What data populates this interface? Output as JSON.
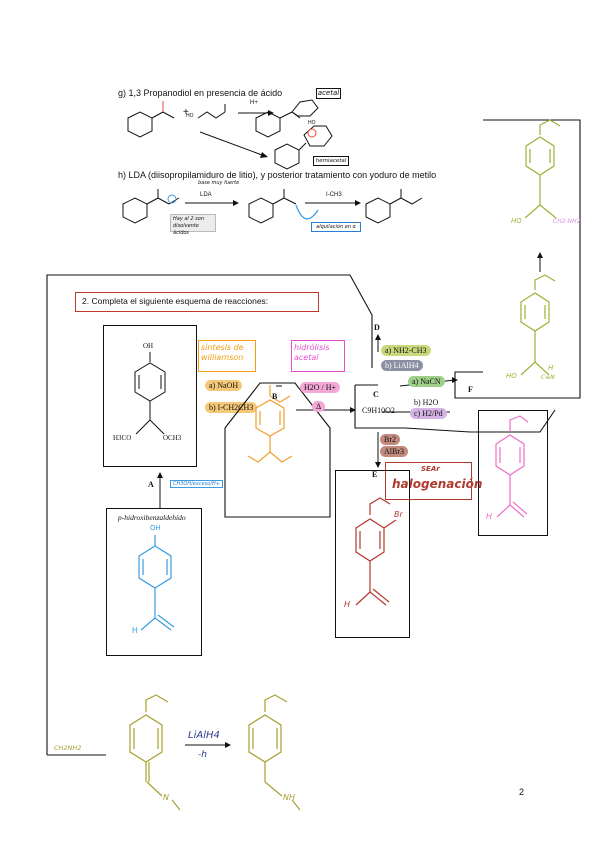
{
  "section_g": {
    "title": "g) 1,3 Propanodiol en presencia de ácido",
    "plus": "+",
    "catalyst": "H+",
    "ho_label": "HO",
    "acetal_label": "acetal",
    "hemiacetal_label": "hemiacetal"
  },
  "section_h": {
    "title": "h) LDA (diisopropilamiduro de litio), y posterior tratamiento con yoduro de metilo",
    "base_note": "base muy fuerte",
    "reagent_1": "LDA",
    "reagent_2": "I-CH3",
    "note_box": "Hay al 2 son disolvente ácidos",
    "alkylation_label": "alquilación en α"
  },
  "exercise": {
    "heading": "2.   Completa el siguiente esquema de reacciones:",
    "start_label": "p-hidroxibenzaldehído",
    "step_A_label": "A",
    "step_A_reagent": "CH3OH/exceso/H+",
    "OH": "OH",
    "H3CO": "H3CO",
    "OCH3": "OCH3",
    "H_label": "H",
    "williamson_label": "síntesis de williamson",
    "reagent_a": "a) NaOH",
    "reagent_b": "b) I-CH2CH3",
    "B_label": "B",
    "hydrolysis_label": "hidrólisis acetal",
    "reagent_h3o": "H2O / H+",
    "delta": "Δ",
    "C_label": "C",
    "C_formula": "C9H10O2",
    "D_label": "D",
    "D_reagent_a": "a) NH2-CH3",
    "D_reagent_b": "b) LiAlH4",
    "F_reagent_a": "a) NaCN",
    "F_reagent_b": "b) H2O",
    "F_reagent_c": "c) H2/Pd",
    "F_label": "F",
    "E_reagent_1": "Br2",
    "E_reagent_2": "AlBr3",
    "E_label": "E",
    "SEAr_label": "SEAr",
    "halogenation_label": "halogenación",
    "Br_label": "Br",
    "HO_label": "HO",
    "CN_label": "C≡N",
    "CH2NH2_label": "CH2-NH2",
    "amine_left_label": "CH2NH2",
    "lialh4_label": "LiAlH4",
    "h_label": "-h",
    "N_label": "N",
    "NH_label": "NH",
    "page_number": "2"
  },
  "colors": {
    "heading_border": "#c0392b",
    "williamson": "#f39c12",
    "hydrolysis": "#e84fd0",
    "orange_mol": "#f0a030",
    "pink_mol": "#ef6fc8",
    "red_mol": "#b03a2e",
    "blue_mol": "#3a9be0",
    "green_mol": "#9ab43a",
    "olive_mol": "#a8a030",
    "pill_green": "#c9d87a",
    "pill_gray": "#8a8fa3",
    "pill_orange": "#f6c879",
    "pill_pink": "#f4a8d6",
    "pill_brown": "#c28a7e",
    "pill_lilac": "#d6b3e6"
  }
}
